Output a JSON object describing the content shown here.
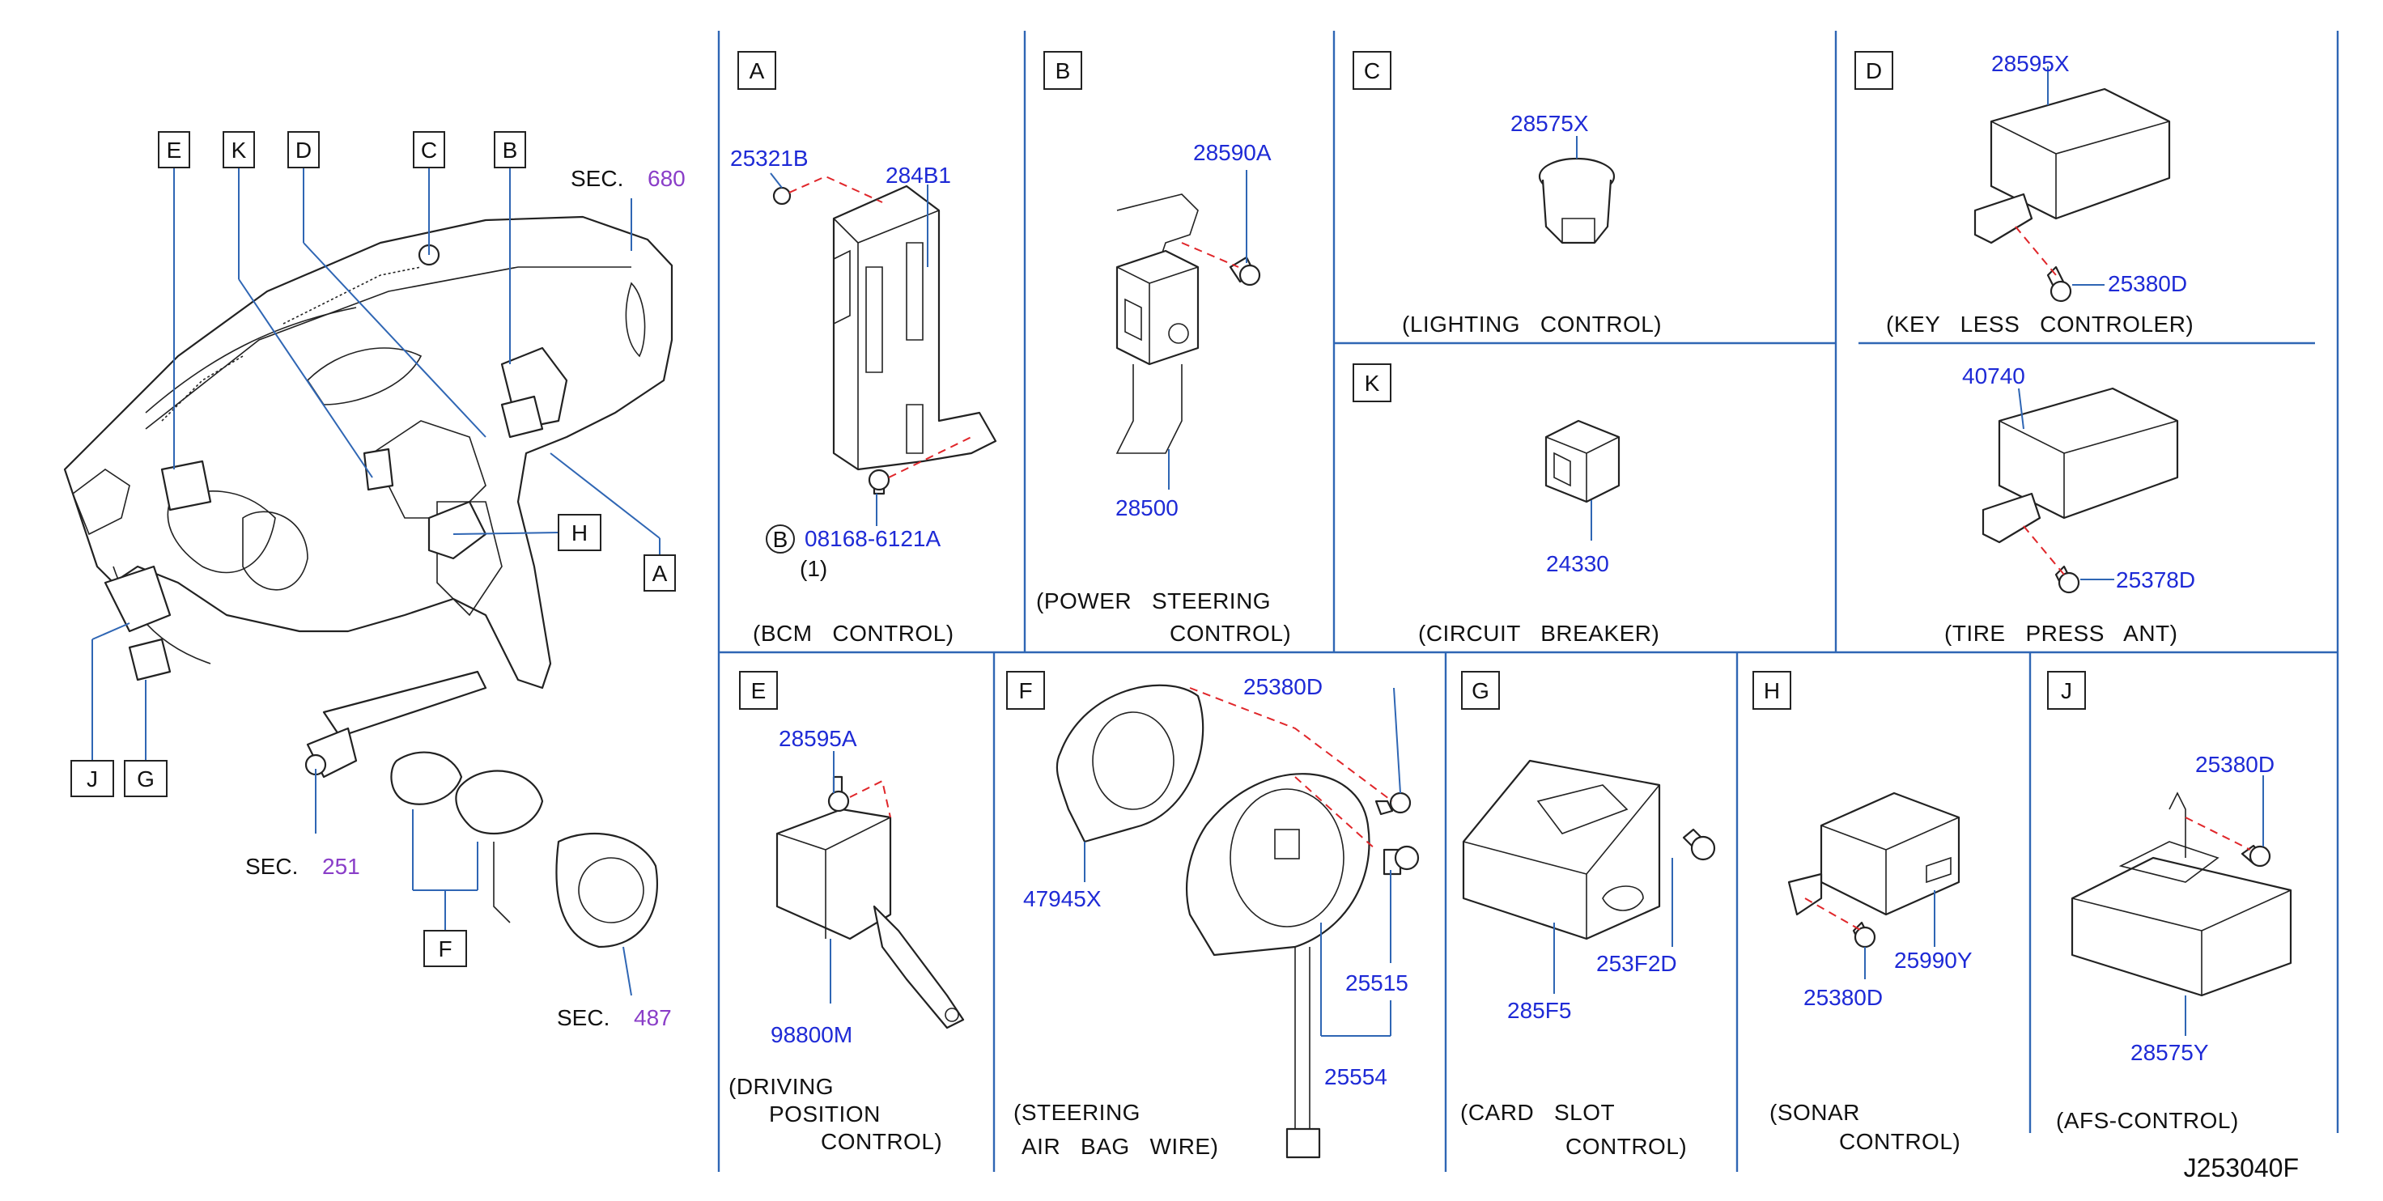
{
  "overview": {
    "sec_680": {
      "prefix": "SEC.",
      "number": "680"
    },
    "sec_251": {
      "prefix": "SEC.",
      "number": "251"
    },
    "sec_487": {
      "prefix": "SEC.",
      "number": "487"
    },
    "callouts": {
      "A": "A",
      "B": "B",
      "C": "C",
      "D": "D",
      "E": "E",
      "F": "F",
      "G": "G",
      "H": "H",
      "J": "J",
      "K": "K"
    }
  },
  "panels": {
    "A": {
      "letter": "A",
      "parts": [
        "25321B",
        "284B1",
        "08168-6121A"
      ],
      "circle": "B",
      "qty": "(1)",
      "caption": [
        "(BCM   CONTROL)"
      ]
    },
    "B": {
      "letter": "B",
      "parts": [
        "28590A",
        "28500"
      ],
      "caption": [
        "(POWER   STEERING",
        "CONTROL)"
      ]
    },
    "C": {
      "letter": "C",
      "parts": [
        "28575X"
      ],
      "caption": [
        "(LIGHTING   CONTROL)"
      ]
    },
    "K": {
      "letter": "K",
      "parts": [
        "24330"
      ],
      "caption": [
        "(CIRCUIT   BREAKER)"
      ]
    },
    "D": {
      "letter": "D",
      "parts": [
        "28595X",
        "25380D",
        "40740",
        "25378D"
      ],
      "caption": [
        "(KEY   LESS   CONTROLER)",
        "(TIRE   PRESS   ANT)"
      ]
    },
    "E": {
      "letter": "E",
      "parts": [
        "28595A",
        "98800M"
      ],
      "caption": [
        "(DRIVING",
        "POSITION",
        "CONTROL)"
      ]
    },
    "F": {
      "letter": "F",
      "parts": [
        "25380D",
        "47945X",
        "25515",
        "25554"
      ],
      "caption": [
        "(STEERING",
        "AIR   BAG   WIRE)"
      ]
    },
    "G": {
      "letter": "G",
      "parts": [
        "253F2D",
        "285F5"
      ],
      "caption": [
        "(CARD   SLOT",
        "CONTROL)"
      ]
    },
    "H": {
      "letter": "H",
      "parts": [
        "25380D",
        "25990Y"
      ],
      "caption": [
        "(SONAR",
        "CONTROL)"
      ]
    },
    "J": {
      "letter": "J",
      "parts": [
        "25380D",
        "28575Y"
      ],
      "caption": [
        "(AFS-CONTROL)"
      ]
    }
  },
  "diagram_id": "J253040F"
}
